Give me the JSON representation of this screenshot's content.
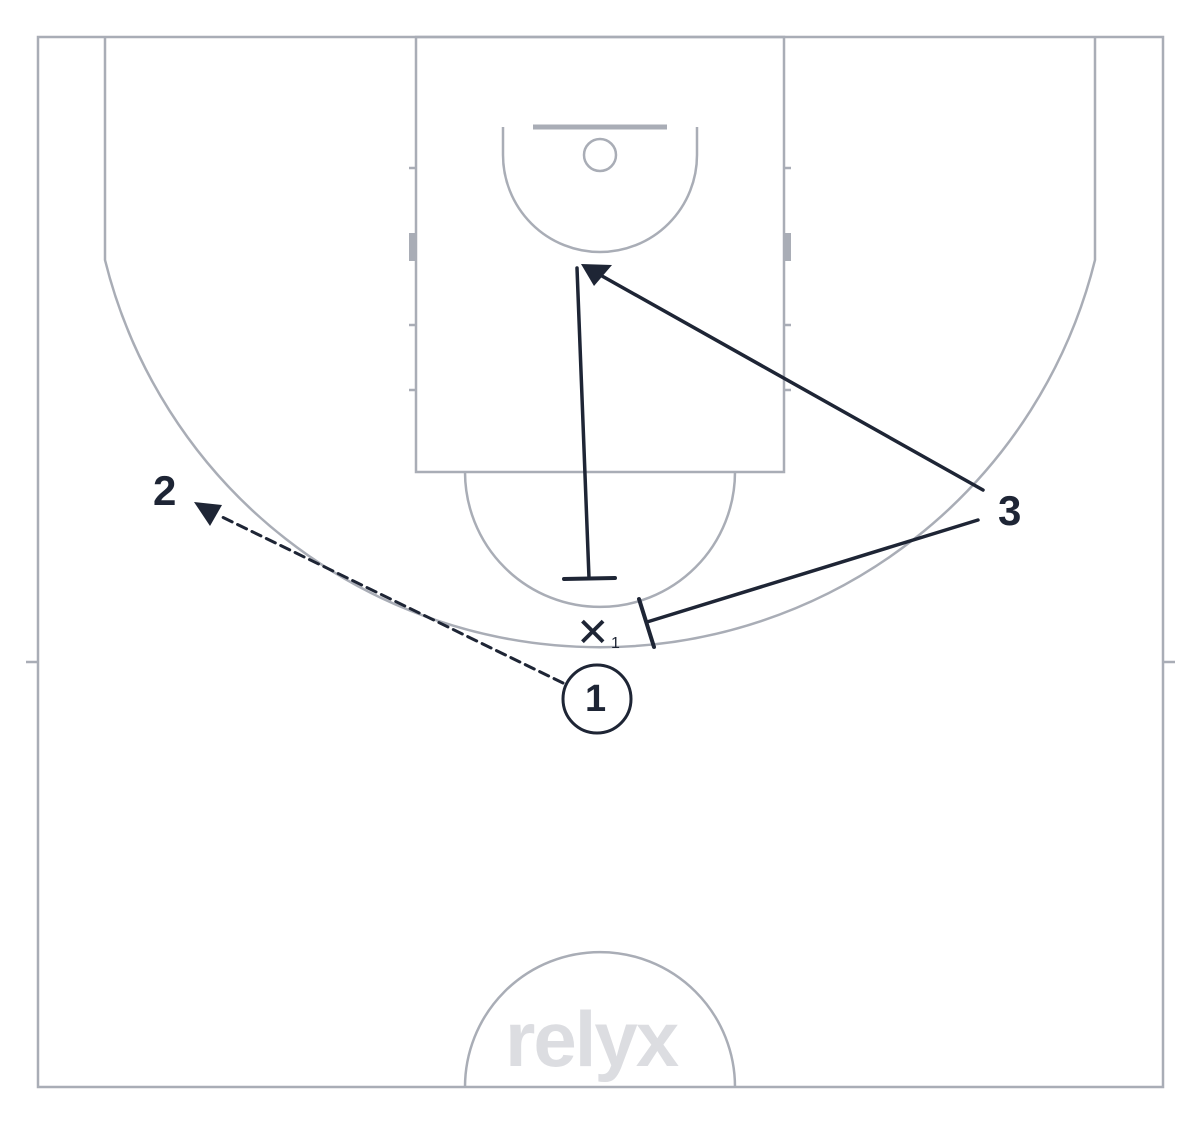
{
  "diagram": {
    "colors": {
      "court_line": "#a9adb6",
      "player": "#1e2535",
      "watermark": "#dcdde1"
    },
    "players": {
      "ball_handler": "1",
      "wing_left": "2",
      "wing_right": "3"
    },
    "defender": {
      "symbol": "✕",
      "subscript": "1"
    },
    "watermark": "relyx"
  }
}
